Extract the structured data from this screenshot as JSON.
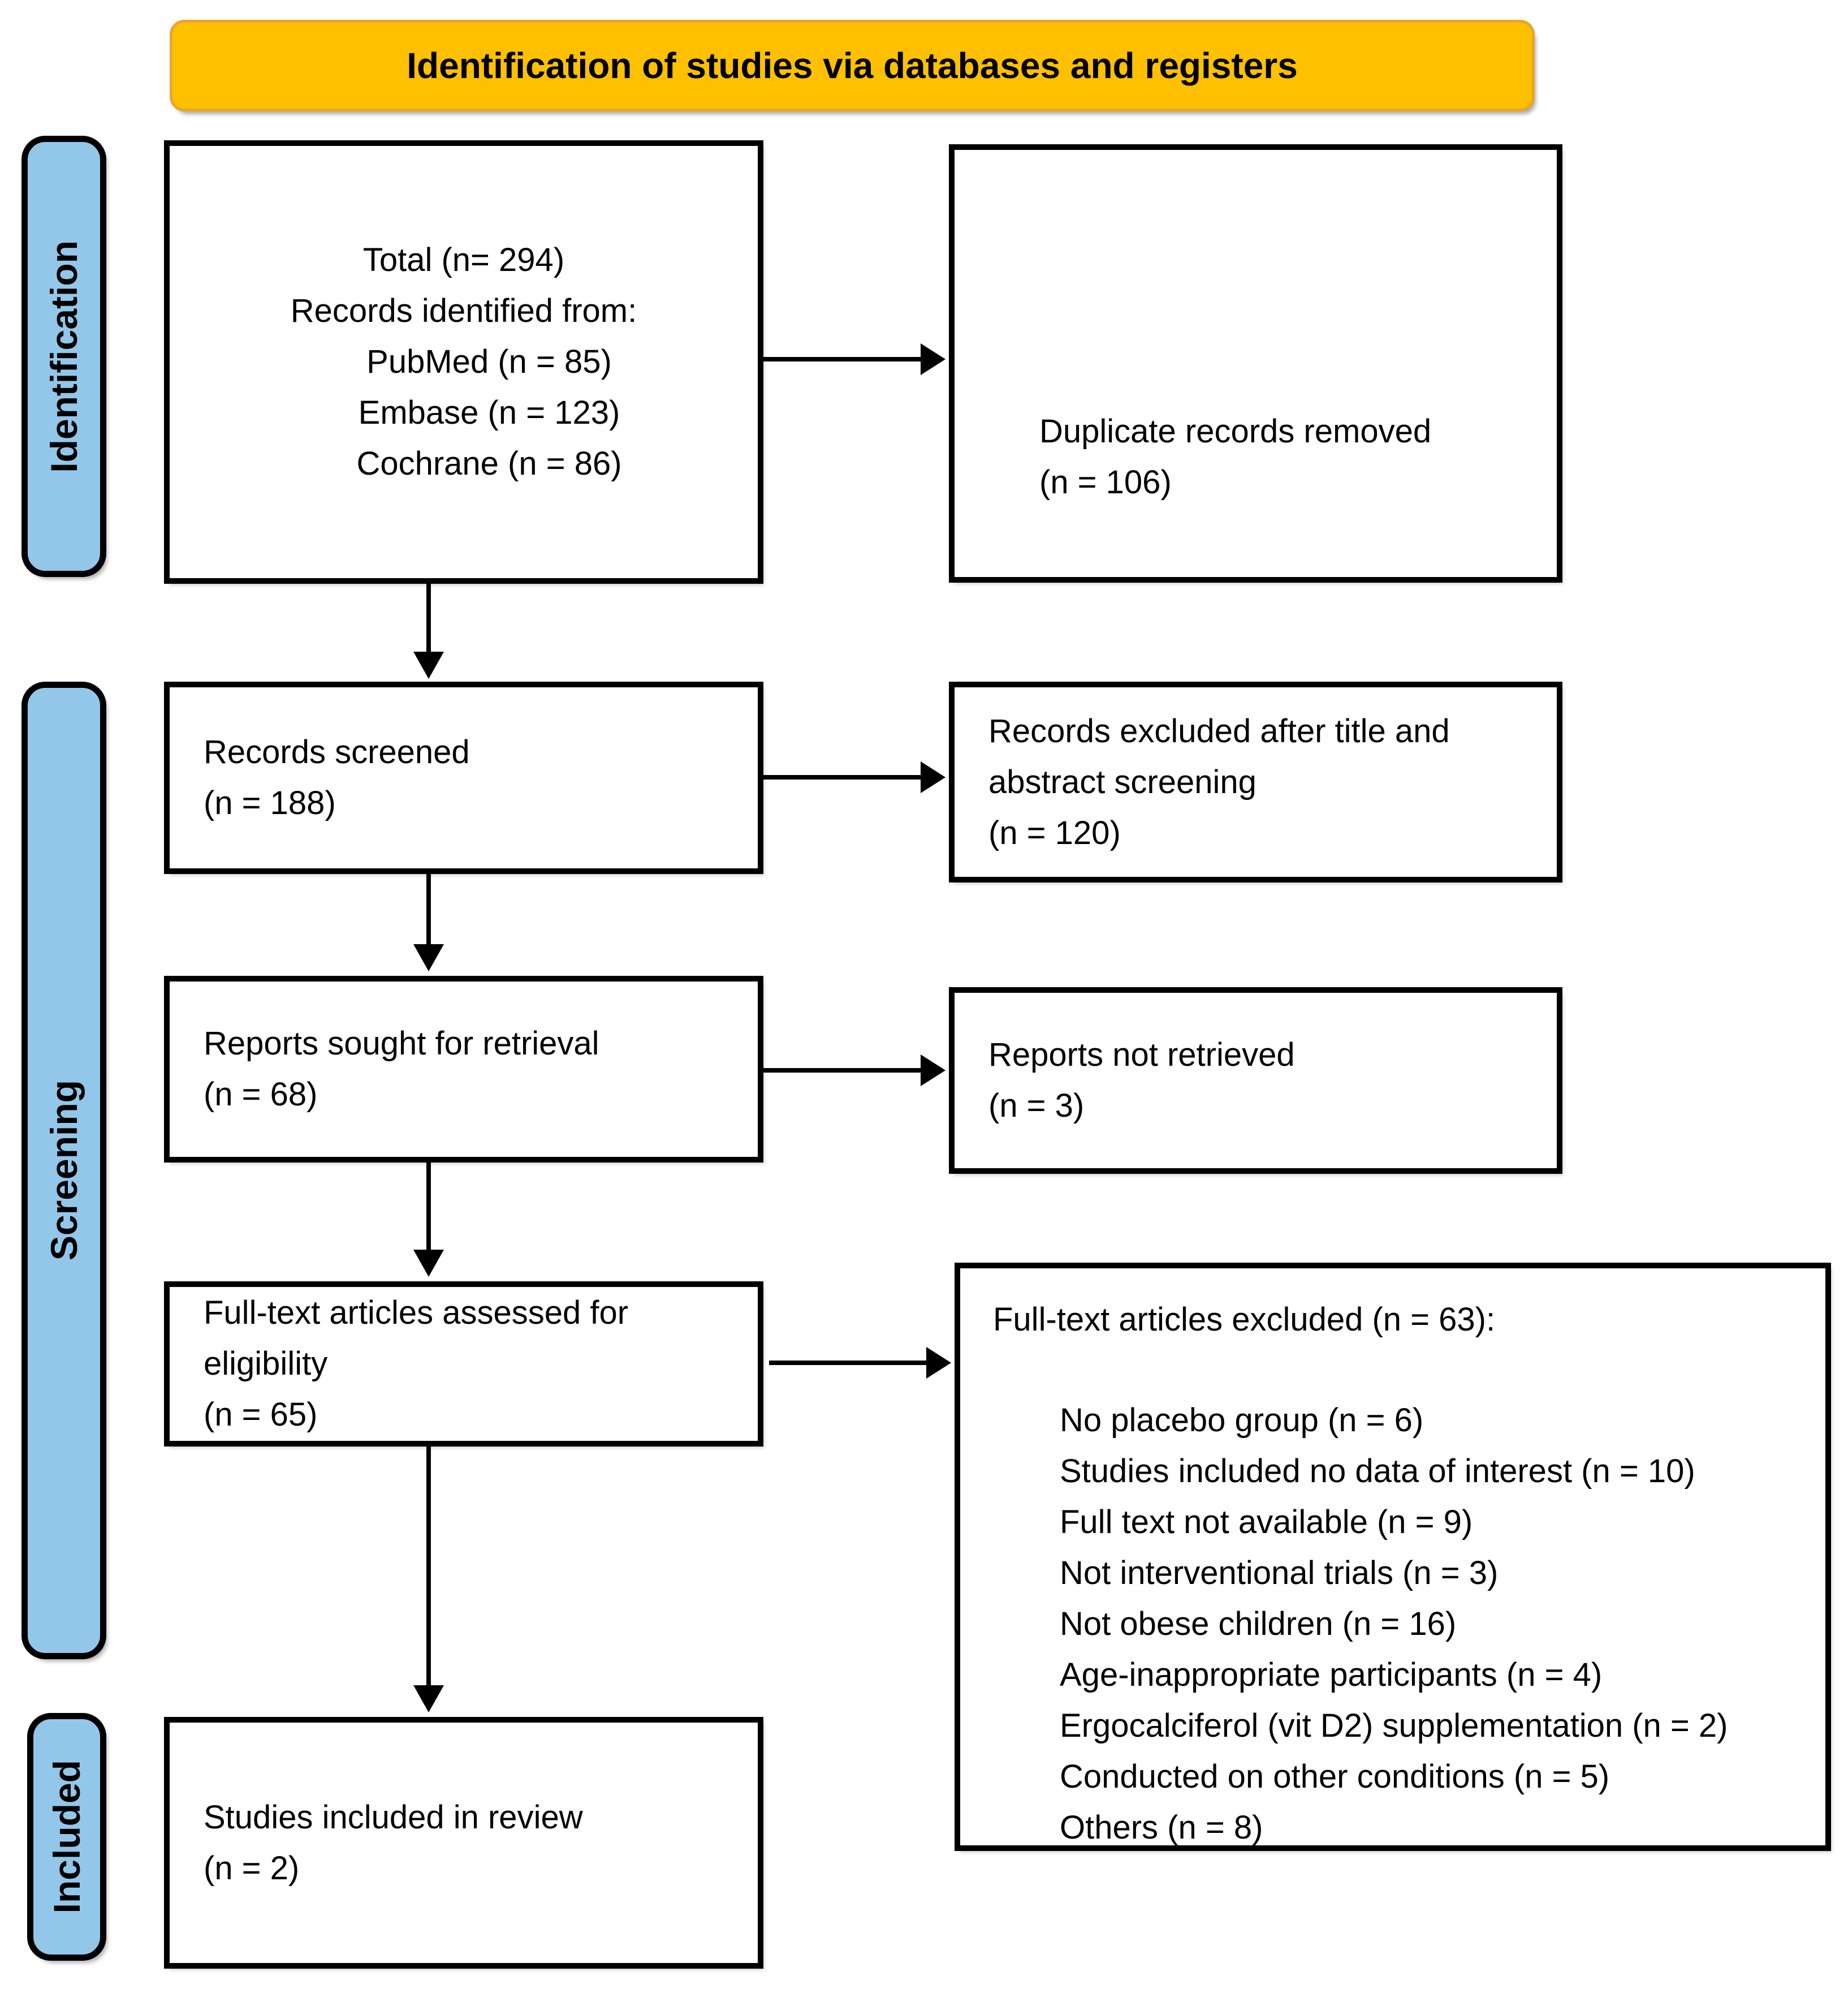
{
  "banner": {
    "label": "Identification of studies via databases and registers"
  },
  "colors": {
    "banner_bg": "#FFC000",
    "banner_border": "#E8A52E",
    "sidebar_bg": "#92C7E9",
    "box_bg": "#FFFFFF",
    "box_border": "#000000",
    "arrow": "#000000",
    "text": "#000000"
  },
  "sidebars": [
    {
      "label": "Identification"
    },
    {
      "label": "Screening"
    },
    {
      "label": "Included"
    }
  ],
  "boxes": {
    "identified": {
      "lines": [
        "Total (n= 294)",
        "Records identified from:",
        "PubMed (n = 85)",
        "Embase (n = 123)",
        "Cochrane (n = 86)"
      ]
    },
    "duplicates_removed": {
      "lines": [
        "Duplicate records removed",
        "(n = 106)"
      ]
    },
    "screened": {
      "lines": [
        "Records screened",
        "(n = 188)"
      ]
    },
    "excluded_title_abstract": {
      "lines": [
        "Records excluded after title and",
        "abstract screening",
        "(n = 120)"
      ]
    },
    "sought_retrieval": {
      "lines": [
        "Reports sought for retrieval",
        "(n = 68)"
      ]
    },
    "not_retrieved": {
      "lines": [
        "Reports not retrieved",
        "(n = 3)"
      ]
    },
    "assessed_eligibility": {
      "lines": [
        "Full-text articles assessed for",
        "eligibility",
        "(n = 65)"
      ]
    },
    "fulltext_excluded": {
      "header": "Full-text articles excluded (n = 63):",
      "items": [
        "No placebo group (n = 6)",
        "Studies included no data of interest (n = 10)",
        "Full text not available (n = 9)",
        "Not interventional trials (n = 3)",
        "Not obese children (n = 16)",
        "Age-inappropriate participants (n = 4)",
        "Ergocalciferol (vit D2) supplementation (n = 2)",
        "Conducted on other conditions (n = 5)",
        "Others (n = 8)"
      ]
    },
    "included_review": {
      "lines": [
        "Studies included in review",
        "(n = 2)"
      ]
    }
  }
}
